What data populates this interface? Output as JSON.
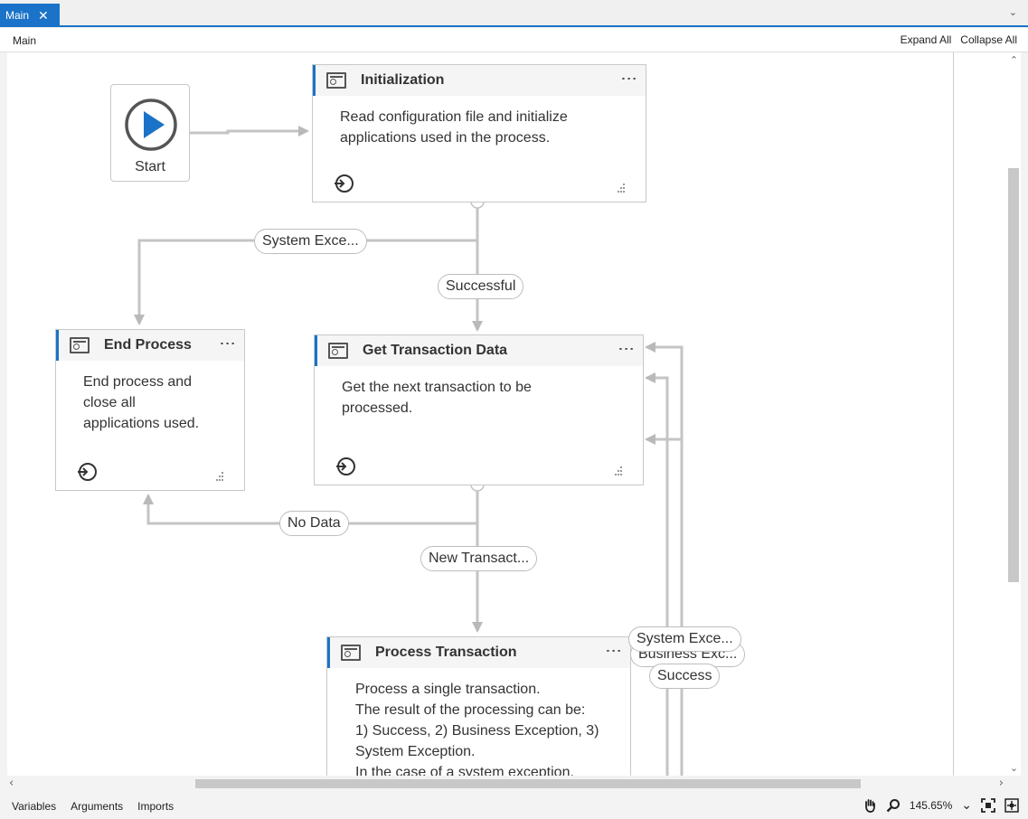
{
  "tab": {
    "label": "Main"
  },
  "breadcrumb": {
    "label": "Main",
    "expand_all": "Expand All",
    "collapse_all": "Collapse All"
  },
  "start": {
    "label": "Start"
  },
  "states": [
    {
      "title": "Initialization",
      "description": "Read configuration file and initialize applications used in the process."
    },
    {
      "title": "End Process",
      "description": "End process and\nclose all\napplications used."
    },
    {
      "title": "Get Transaction Data",
      "description": "Get the next transaction to be\nprocessed."
    },
    {
      "title": "Process Transaction",
      "description": "Process a single transaction.\nThe result of the processing can be:\n1) Success, 2) Business Exception, 3)\nSystem Exception.\nIn the case of a system exception."
    }
  ],
  "transitions": {
    "system_exception_1": "System Exce...",
    "successful": "Successful",
    "no_data": "No Data",
    "new_transaction": "New Transact...",
    "system_exception_2": "System Exce...",
    "business_exception": "Business Exc...",
    "success": "Success"
  },
  "status": {
    "variables": "Variables",
    "arguments": "Arguments",
    "imports": "Imports",
    "zoom": "145.65%"
  },
  "colors": {
    "accent": "#1a73c8",
    "connector": "#b9b9b9"
  }
}
